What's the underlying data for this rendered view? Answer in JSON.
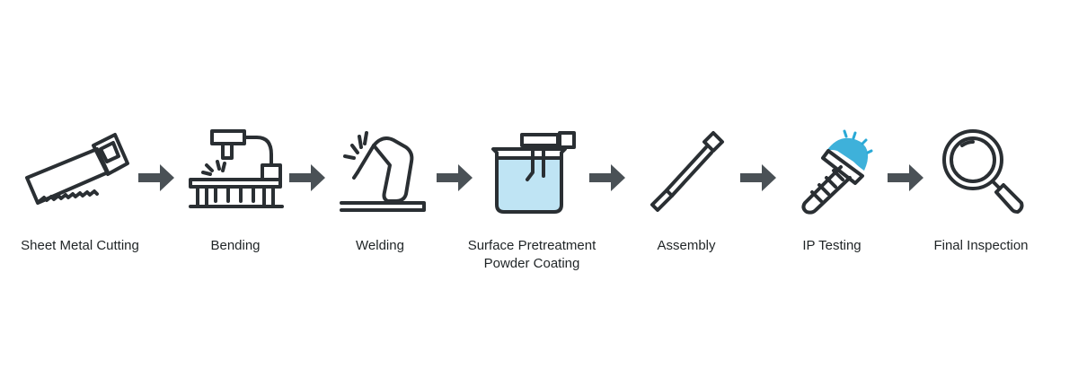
{
  "colors": {
    "line": "#2a2f33",
    "arrow": "#4a5156",
    "accent": "#29a9d6",
    "liquid": "#bfe4f4",
    "background": "#ffffff"
  },
  "steps": [
    {
      "label": "Sheet Metal Cutting",
      "icon": "saw-icon"
    },
    {
      "label": "Bending",
      "icon": "press-brake-icon"
    },
    {
      "label": "Welding",
      "icon": "welding-torch-icon"
    },
    {
      "label": "Surface Pretreatment",
      "label2": "Powder Coating",
      "icon": "coating-tank-icon"
    },
    {
      "label": "Assembly",
      "icon": "screwdriver-icon"
    },
    {
      "label": "IP Testing",
      "icon": "water-spray-screw-icon"
    },
    {
      "label": "Final Inspection",
      "icon": "magnifier-icon"
    }
  ]
}
